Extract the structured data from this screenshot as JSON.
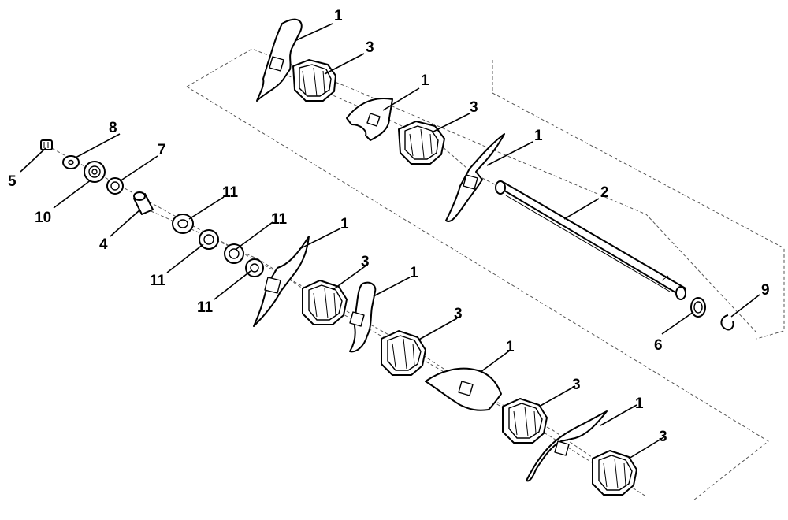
{
  "callouts": {
    "blade_top_1": "1",
    "blade_top_2": "1",
    "blade_top_3": "1",
    "blade_bot_1": "1",
    "blade_bot_2": "1",
    "blade_bot_3": "1",
    "blade_bot_4": "1",
    "shaft": "2",
    "hub_top_1": "3",
    "hub_top_2": "3",
    "hub_bot_1": "3",
    "hub_bot_2": "3",
    "hub_bot_3": "3",
    "hub_bot_4": "3",
    "spacer_tube": "4",
    "bolt": "5",
    "ring": "6",
    "washer_small": "7",
    "washer_flat": "8",
    "circlip": "9",
    "bearing": "10",
    "shim_1": "11",
    "shim_2": "11",
    "shim_3": "11",
    "shim_4": "11"
  }
}
